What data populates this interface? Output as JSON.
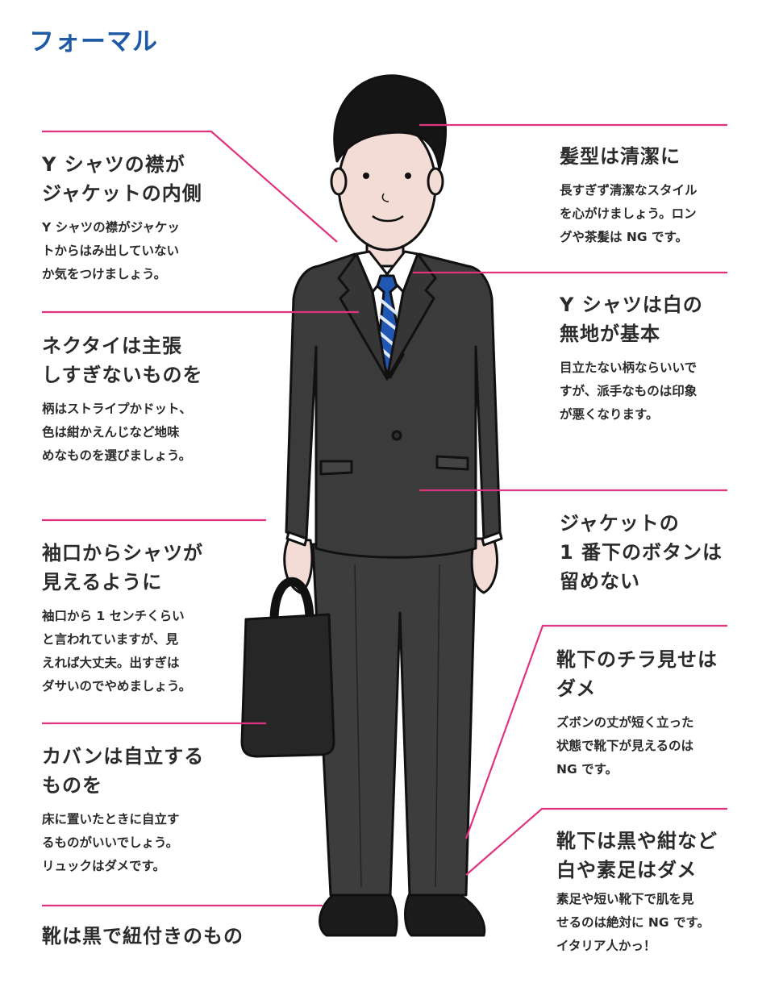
{
  "title": "フォーマル",
  "colors": {
    "title": "#1f5aa6",
    "leader_line": "#e0337f",
    "suit": "#3b3b3b",
    "tie_stripe": "#2057b3"
  },
  "left_notes": [
    {
      "heading": "Y シャツの襟が\nジャケットの内側",
      "body": "Y シャツの襟がジャケッ\nトからはみ出していない\nか気をつけましょう。"
    },
    {
      "heading": "ネクタイは主張\nしすぎないものを",
      "body": "柄はストライプかドット、\n色は紺かえんじなど地味\nめなものを選びましょう。"
    },
    {
      "heading": "袖口からシャツが\n見えるように",
      "body": "袖口から 1 センチくらい\nと言われていますが、見\nえれば大丈夫。出すぎは\nダサいのでやめましょう。"
    },
    {
      "heading": "カバンは自立する\nものを",
      "body": "床に置いたときに自立す\nるものがいいでしょう。\nリュックはダメです。"
    },
    {
      "heading": "靴は黒で紐付きのもの",
      "body": ""
    }
  ],
  "right_notes": [
    {
      "heading": "髪型は清潔に",
      "body": "長すぎず清潔なスタイル\nを心がけましょう。ロン\nグや茶髪は NG です。"
    },
    {
      "heading": "Y シャツは白の\n無地が基本",
      "body": "目立たない柄ならいいで\nすが、派手なものは印象\nが悪くなります。"
    },
    {
      "heading": "ジャケットの\n1 番下のボタンは\n留めない",
      "body": ""
    },
    {
      "heading": "靴下のチラ見せは\nダメ",
      "body": "ズボンの丈が短く立った\n状態で靴下が見えるのは\nNG です。"
    },
    {
      "heading": "靴下は黒や紺など\n白や素足はダメ",
      "body": "素足や短い靴下で肌を見\nせるのは絶対に NG です。\nイタリア人かっ！"
    }
  ]
}
